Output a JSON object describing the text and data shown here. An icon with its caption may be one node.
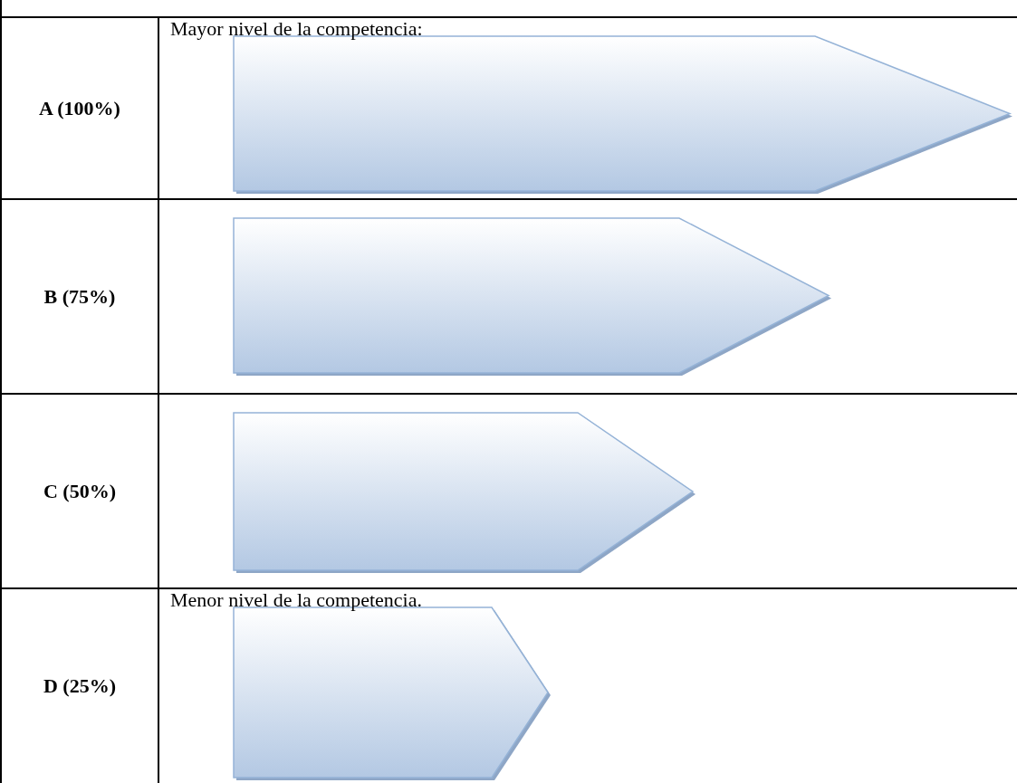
{
  "diagram": {
    "labels": [
      "A (100%)",
      "Mayor nivel de la competencia:",
      "B (75%)",
      "C (50%)",
      "D (25%)",
      "Menor nivel de la competencia."
    ]
  }
}
